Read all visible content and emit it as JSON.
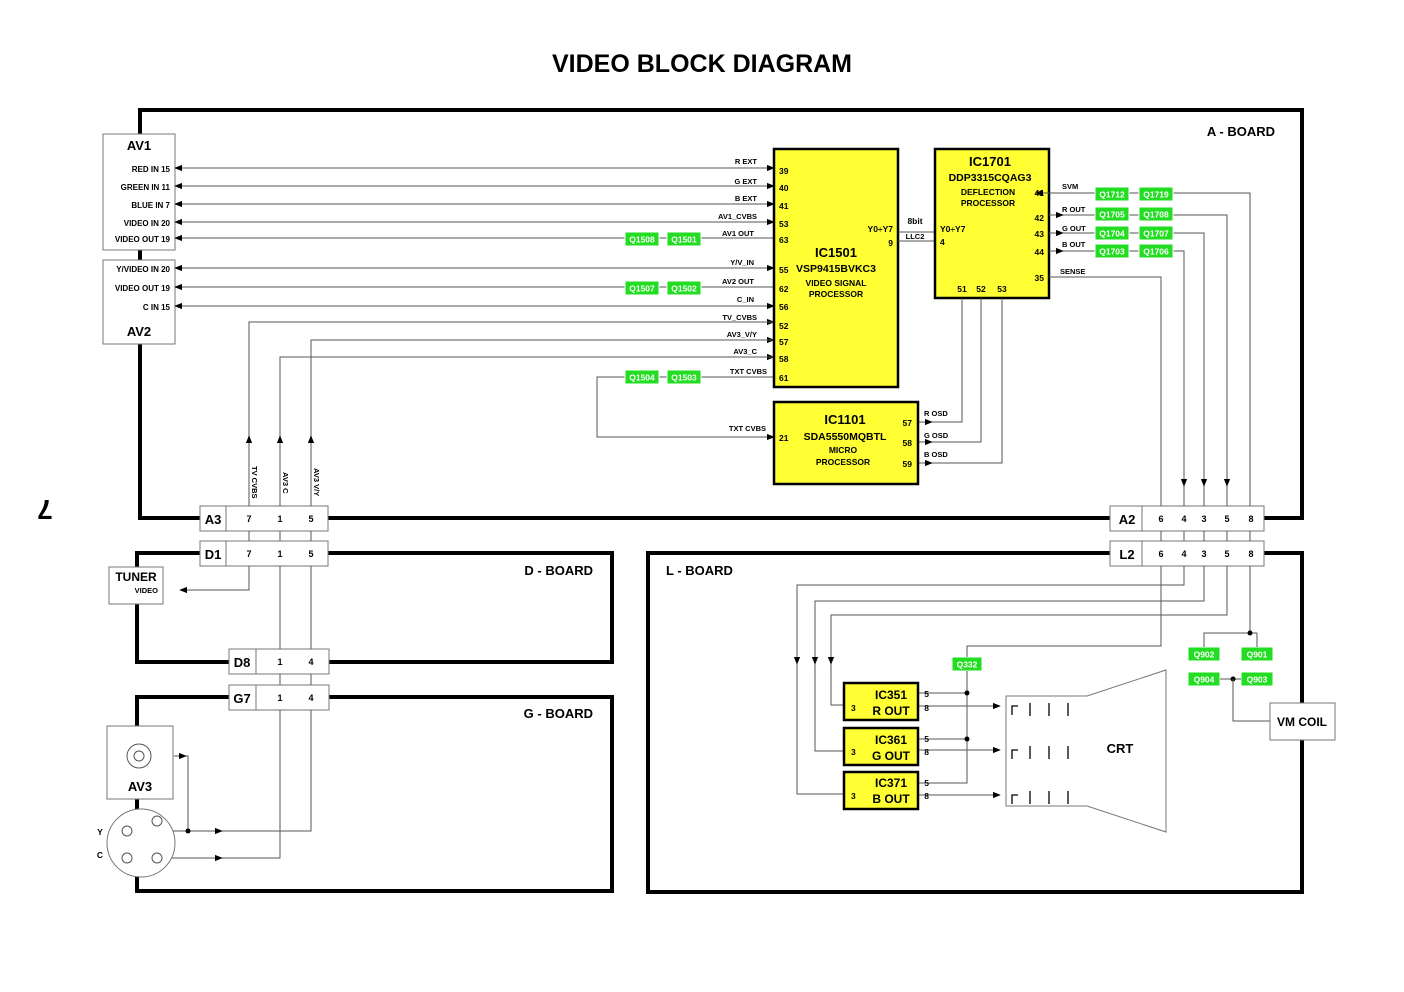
{
  "title": "VIDEO BLOCK DIAGRAM",
  "page_number": "7",
  "boards": {
    "a": "A - BOARD",
    "d": "D - BOARD",
    "l": "L - BOARD",
    "g": "G - BOARD"
  },
  "connectors": {
    "a3": {
      "name": "A3",
      "pins": [
        "7",
        "1",
        "5"
      ]
    },
    "d1": {
      "name": "D1",
      "pins": [
        "7",
        "1",
        "5"
      ]
    },
    "d8": {
      "name": "D8",
      "pins": [
        "1",
        "4"
      ]
    },
    "g7": {
      "name": "G7",
      "pins": [
        "1",
        "4"
      ]
    },
    "a2": {
      "name": "A2",
      "pins": [
        "6",
        "4",
        "3",
        "5",
        "8"
      ]
    },
    "l2": {
      "name": "L2",
      "pins": [
        "6",
        "4",
        "3",
        "5",
        "8"
      ]
    }
  },
  "av1": {
    "title": "AV1",
    "pins": [
      "RED IN 15",
      "GREEN IN 11",
      "BLUE IN 7",
      "VIDEO IN 20",
      "VIDEO OUT 19"
    ]
  },
  "av2": {
    "title": "AV2",
    "pins": [
      "Y/VIDEO IN 20",
      "VIDEO OUT 19",
      "C IN 15"
    ]
  },
  "ic1501": {
    "name": "IC1501",
    "part": "VSP9415BVKC3",
    "desc1": "VIDEO SIGNAL",
    "desc2": "PROCESSOR",
    "pins": [
      "39",
      "40",
      "41",
      "53",
      "63",
      "55",
      "62",
      "56",
      "52",
      "57",
      "58",
      "61"
    ],
    "out_label": "Y0÷Y7",
    "out_pin": "9",
    "signals": [
      "R EXT",
      "G EXT",
      "B EXT",
      "AV1_CVBS",
      "AV1 OUT",
      "Y/V_IN",
      "AV2 OUT",
      "C_IN",
      "TV_CVBS",
      "AV3_V/Y",
      "AV3_C",
      "TXT CVBS"
    ]
  },
  "bus": {
    "top": "8bit",
    "bottom": "LLC2"
  },
  "ic1701": {
    "name": "IC1701",
    "part": "DDP3315CQAG3",
    "desc1": "DEFLECTION",
    "desc2": "PROCESSOR",
    "in_label": "Y0÷Y7",
    "in_pin": "4",
    "out_pins": [
      "41",
      "42",
      "43",
      "44",
      "35"
    ],
    "bottom_pins": [
      "51",
      "52",
      "53"
    ],
    "signals": [
      "SVM",
      "R OUT",
      "G OUT",
      "B OUT",
      "SENSE"
    ]
  },
  "ic1101": {
    "name": "IC1101",
    "part": "SDA5550MQBTL",
    "desc1": "MICRO",
    "desc2": "PROCESSOR",
    "in_signal": "TXT CVBS",
    "in_pin": "21",
    "out_pins": [
      "57",
      "58",
      "59"
    ],
    "signals": [
      "R OSD",
      "G OSD",
      "B OSD"
    ]
  },
  "transistors": {
    "q1508": "Q1508",
    "q1501": "Q1501",
    "q1507": "Q1507",
    "q1502": "Q1502",
    "q1504": "Q1504",
    "q1503": "Q1503",
    "q1712": "Q1712",
    "q1719": "Q1719",
    "q1705": "Q1705",
    "q1708": "Q1708",
    "q1704": "Q1704",
    "q1707": "Q1707",
    "q1703": "Q1703",
    "q1706": "Q1706",
    "q332": "Q332",
    "q902": "Q902",
    "q901": "Q901",
    "q904": "Q904",
    "q903": "Q903"
  },
  "vertical_signals": [
    "TV CVBS",
    "AV3 C",
    "AV3 V/Y"
  ],
  "tuner": {
    "name": "TUNER",
    "out": "VIDEO"
  },
  "av3": {
    "title": "AV3",
    "y": "Y",
    "c": "C"
  },
  "ic351": {
    "name": "IC351",
    "label": "R OUT",
    "pin_in": "3",
    "pin_a": "5",
    "pin_b": "8"
  },
  "ic361": {
    "name": "IC361",
    "label": "G OUT",
    "pin_in": "3",
    "pin_a": "5",
    "pin_b": "8"
  },
  "ic371": {
    "name": "IC371",
    "label": "B OUT",
    "pin_in": "3",
    "pin_a": "5",
    "pin_b": "8"
  },
  "crt": "CRT",
  "vm_coil": "VM COIL",
  "colors": {
    "ic_fill": "#ffff33",
    "transistor_fill": "#22dd22",
    "transistor_text": "#ffffff"
  }
}
